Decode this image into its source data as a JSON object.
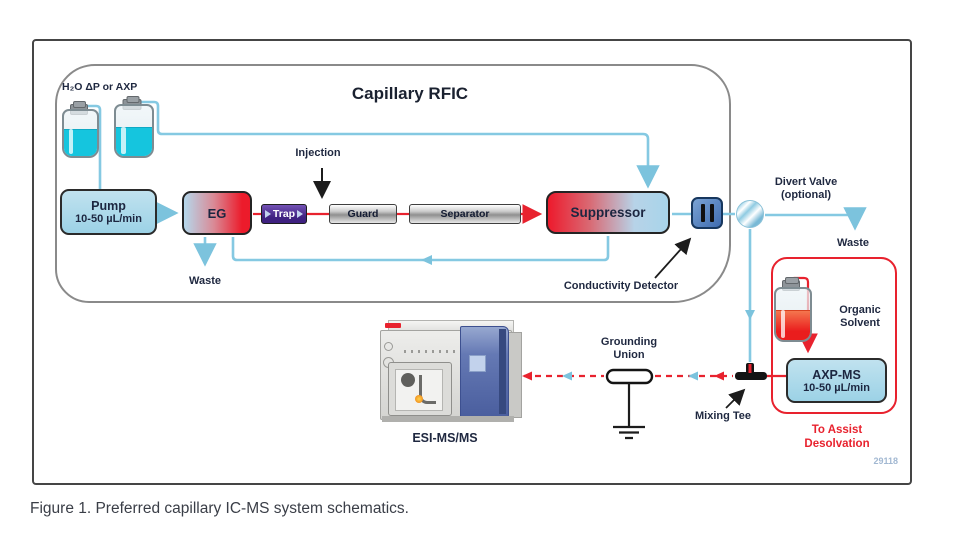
{
  "figure": {
    "caption": "Figure 1. Preferred capillary IC-MS system schematics.",
    "doc_number": "29118"
  },
  "rfic": {
    "title": "Capillary RFIC",
    "reservoir_label": "H₂O ΔP or AXP",
    "pump": {
      "title": "Pump",
      "flow": "10-50 µL/min"
    },
    "eg_label": "EG",
    "trap_label": "Trap",
    "guard_label": "Guard",
    "separator_label": "Separator",
    "suppressor_label": "Suppressor",
    "injection_label": "Injection",
    "conductivity_detector_label": "Conductivity Detector",
    "waste_label": "Waste"
  },
  "divert": {
    "valve_line1": "Divert Valve",
    "valve_line2": "(optional)",
    "waste_label": "Waste"
  },
  "assist": {
    "organic_line1": "Organic",
    "organic_line2": "Solvent",
    "axp_ms": {
      "title": "AXP-MS",
      "flow": "10-50 µL/min"
    },
    "note_line1": "To Assist",
    "note_line2": "Desolvation"
  },
  "ms_path": {
    "grounding_line1": "Grounding",
    "grounding_line2": "Union",
    "mixing_tee_label": "Mixing Tee",
    "esi_label": "ESI-MS/MS"
  },
  "colors": {
    "tube_blue": "#85c9e2",
    "eluent_red": "#e8222e",
    "pump_fill": "#a9d8e9",
    "detector_blue": "#4d7ec0",
    "trap_purple": "#4a2584",
    "ink": "#1f2840"
  }
}
